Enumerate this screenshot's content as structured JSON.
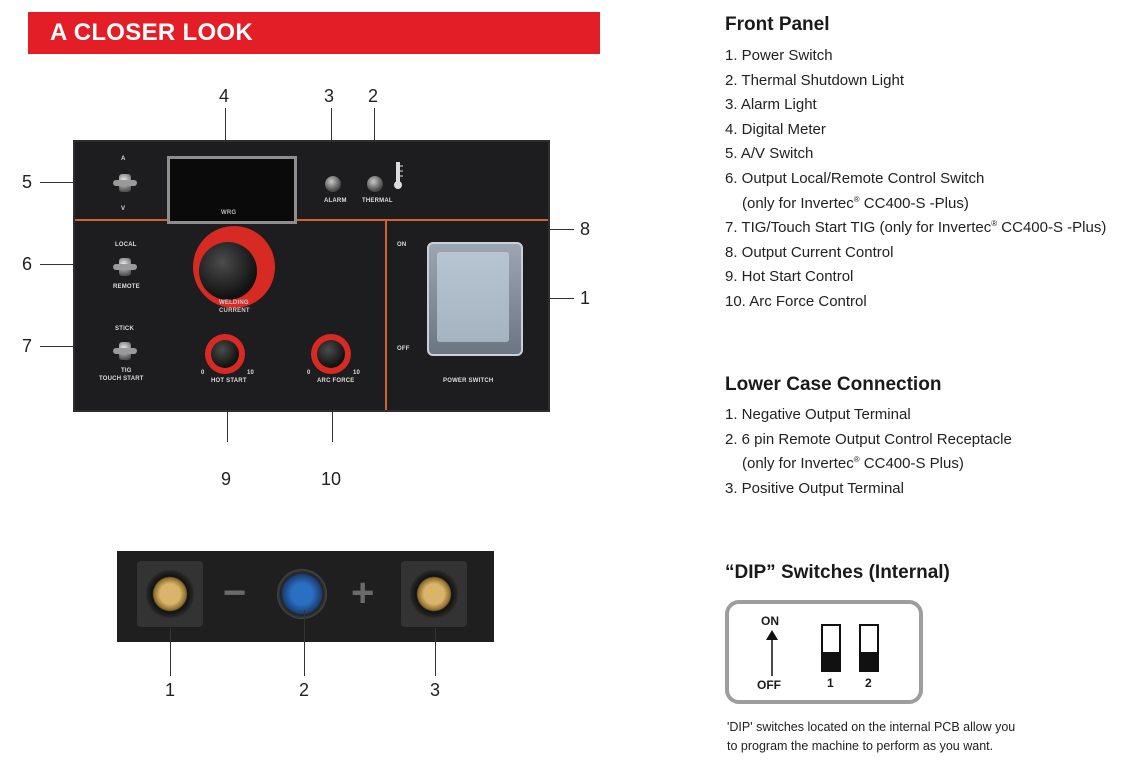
{
  "banner": {
    "title": "A CLOSER LOOK"
  },
  "front_diagram": {
    "callouts": [
      "1",
      "2",
      "3",
      "4",
      "5",
      "6",
      "7",
      "8",
      "9",
      "10"
    ],
    "panel_labels": {
      "v": "V",
      "a": "A",
      "meter": "WRG",
      "alarm": "ALARM",
      "thermal": "THERMAL",
      "local": "LOCAL",
      "remote": "REMOTE",
      "stick": "STICK",
      "tig": "TIG",
      "touch_start": "TOUCH START",
      "welding_current_1": "WELDING",
      "welding_current_2": "CURRENT",
      "hot_start": "HOT START",
      "arc_force": "ARC FORCE",
      "on": "ON",
      "off": "OFF",
      "power_switch": "POWER SWITCH",
      "scale_min": "0",
      "scale_max": "10"
    }
  },
  "lower_diagram": {
    "callouts": [
      "1",
      "2",
      "3"
    ],
    "minus": "−",
    "plus": "+"
  },
  "front_panel": {
    "title": "Front Panel",
    "items": [
      "1. Power Switch",
      "2. Thermal Shutdown Light",
      "3. Alarm Light",
      "4. Digital Meter",
      "5. A/V Switch",
      "6. Output Local/Remote Control Switch"
    ],
    "item6_note_pre": "(only for Invertec",
    "item6_note_post": " CC400-S -Plus)",
    "item7_pre": "7. TIG/Touch Start TIG (only for Invertec",
    "item7_post": " CC400-S -Plus)",
    "items_rest": [
      "8. Output Current Control",
      "9. Hot Start Control",
      "10. Arc Force Control"
    ],
    "reg": "®"
  },
  "lower_case": {
    "title": "Lower Case Connection",
    "item1": "1. Negative Output Terminal",
    "item2": "2. 6 pin Remote Output Control Receptacle",
    "item2_note_pre": "(only for Invertec",
    "item2_note_post": " CC400-S Plus)",
    "item3": "3. Positive Output Terminal",
    "reg": "®"
  },
  "dip": {
    "title": "“DIP” Switches (Internal)",
    "on": "ON",
    "off": "OFF",
    "switch_1": "1",
    "switch_2": "2",
    "note_line1": "'DIP' switches located on the internal PCB allow you",
    "note_line2": "to program the machine to perform as you want."
  }
}
